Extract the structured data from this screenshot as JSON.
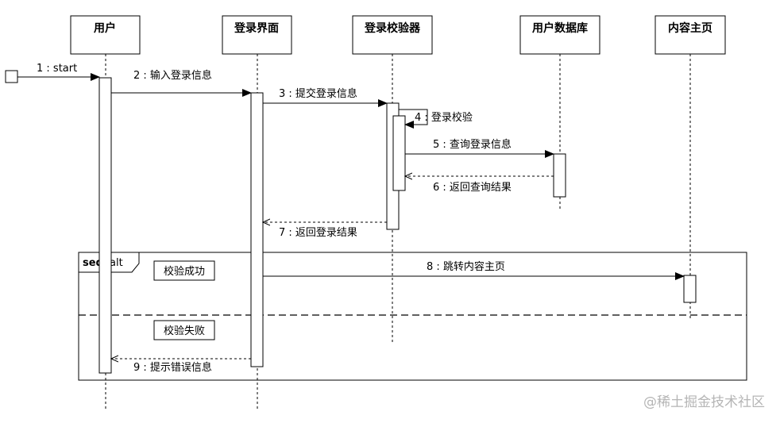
{
  "participants": [
    {
      "id": "user",
      "label": "用户"
    },
    {
      "id": "login_ui",
      "label": "登录界面"
    },
    {
      "id": "validator",
      "label": "登录校验器"
    },
    {
      "id": "user_db",
      "label": "用户数据库"
    },
    {
      "id": "home",
      "label": "内容主页"
    }
  ],
  "messages": [
    {
      "seq": "1",
      "label": "1 : start",
      "from": "start",
      "to": "user",
      "type": "call"
    },
    {
      "seq": "2",
      "label": "2 : 输入登录信息",
      "from": "user",
      "to": "login_ui",
      "type": "call"
    },
    {
      "seq": "3",
      "label": "3 : 提交登录信息",
      "from": "login_ui",
      "to": "validator",
      "type": "call"
    },
    {
      "seq": "4",
      "label": "4 : 登录校验",
      "from": "validator",
      "to": "validator",
      "type": "self"
    },
    {
      "seq": "5",
      "label": "5 : 查询登录信息",
      "from": "validator",
      "to": "user_db",
      "type": "call"
    },
    {
      "seq": "6",
      "label": "6 : 返回查询结果",
      "from": "user_db",
      "to": "validator",
      "type": "return"
    },
    {
      "seq": "7",
      "label": "7 : 返回登录结果",
      "from": "validator",
      "to": "login_ui",
      "type": "return"
    },
    {
      "seq": "8",
      "label": "8 : 跳转内容主页",
      "from": "login_ui",
      "to": "home",
      "type": "call"
    },
    {
      "seq": "9",
      "label": "9 : 提示错误信息",
      "from": "login_ui",
      "to": "user",
      "type": "return"
    }
  ],
  "fragment": {
    "keyword": "seq",
    "operator": "alt",
    "conditions": [
      "校验成功",
      "校验失败"
    ]
  },
  "watermark": "@稀土掘金技术社区",
  "colors": {
    "line": "#000000",
    "background": "#ffffff",
    "watermark": "#b5b5b5"
  }
}
